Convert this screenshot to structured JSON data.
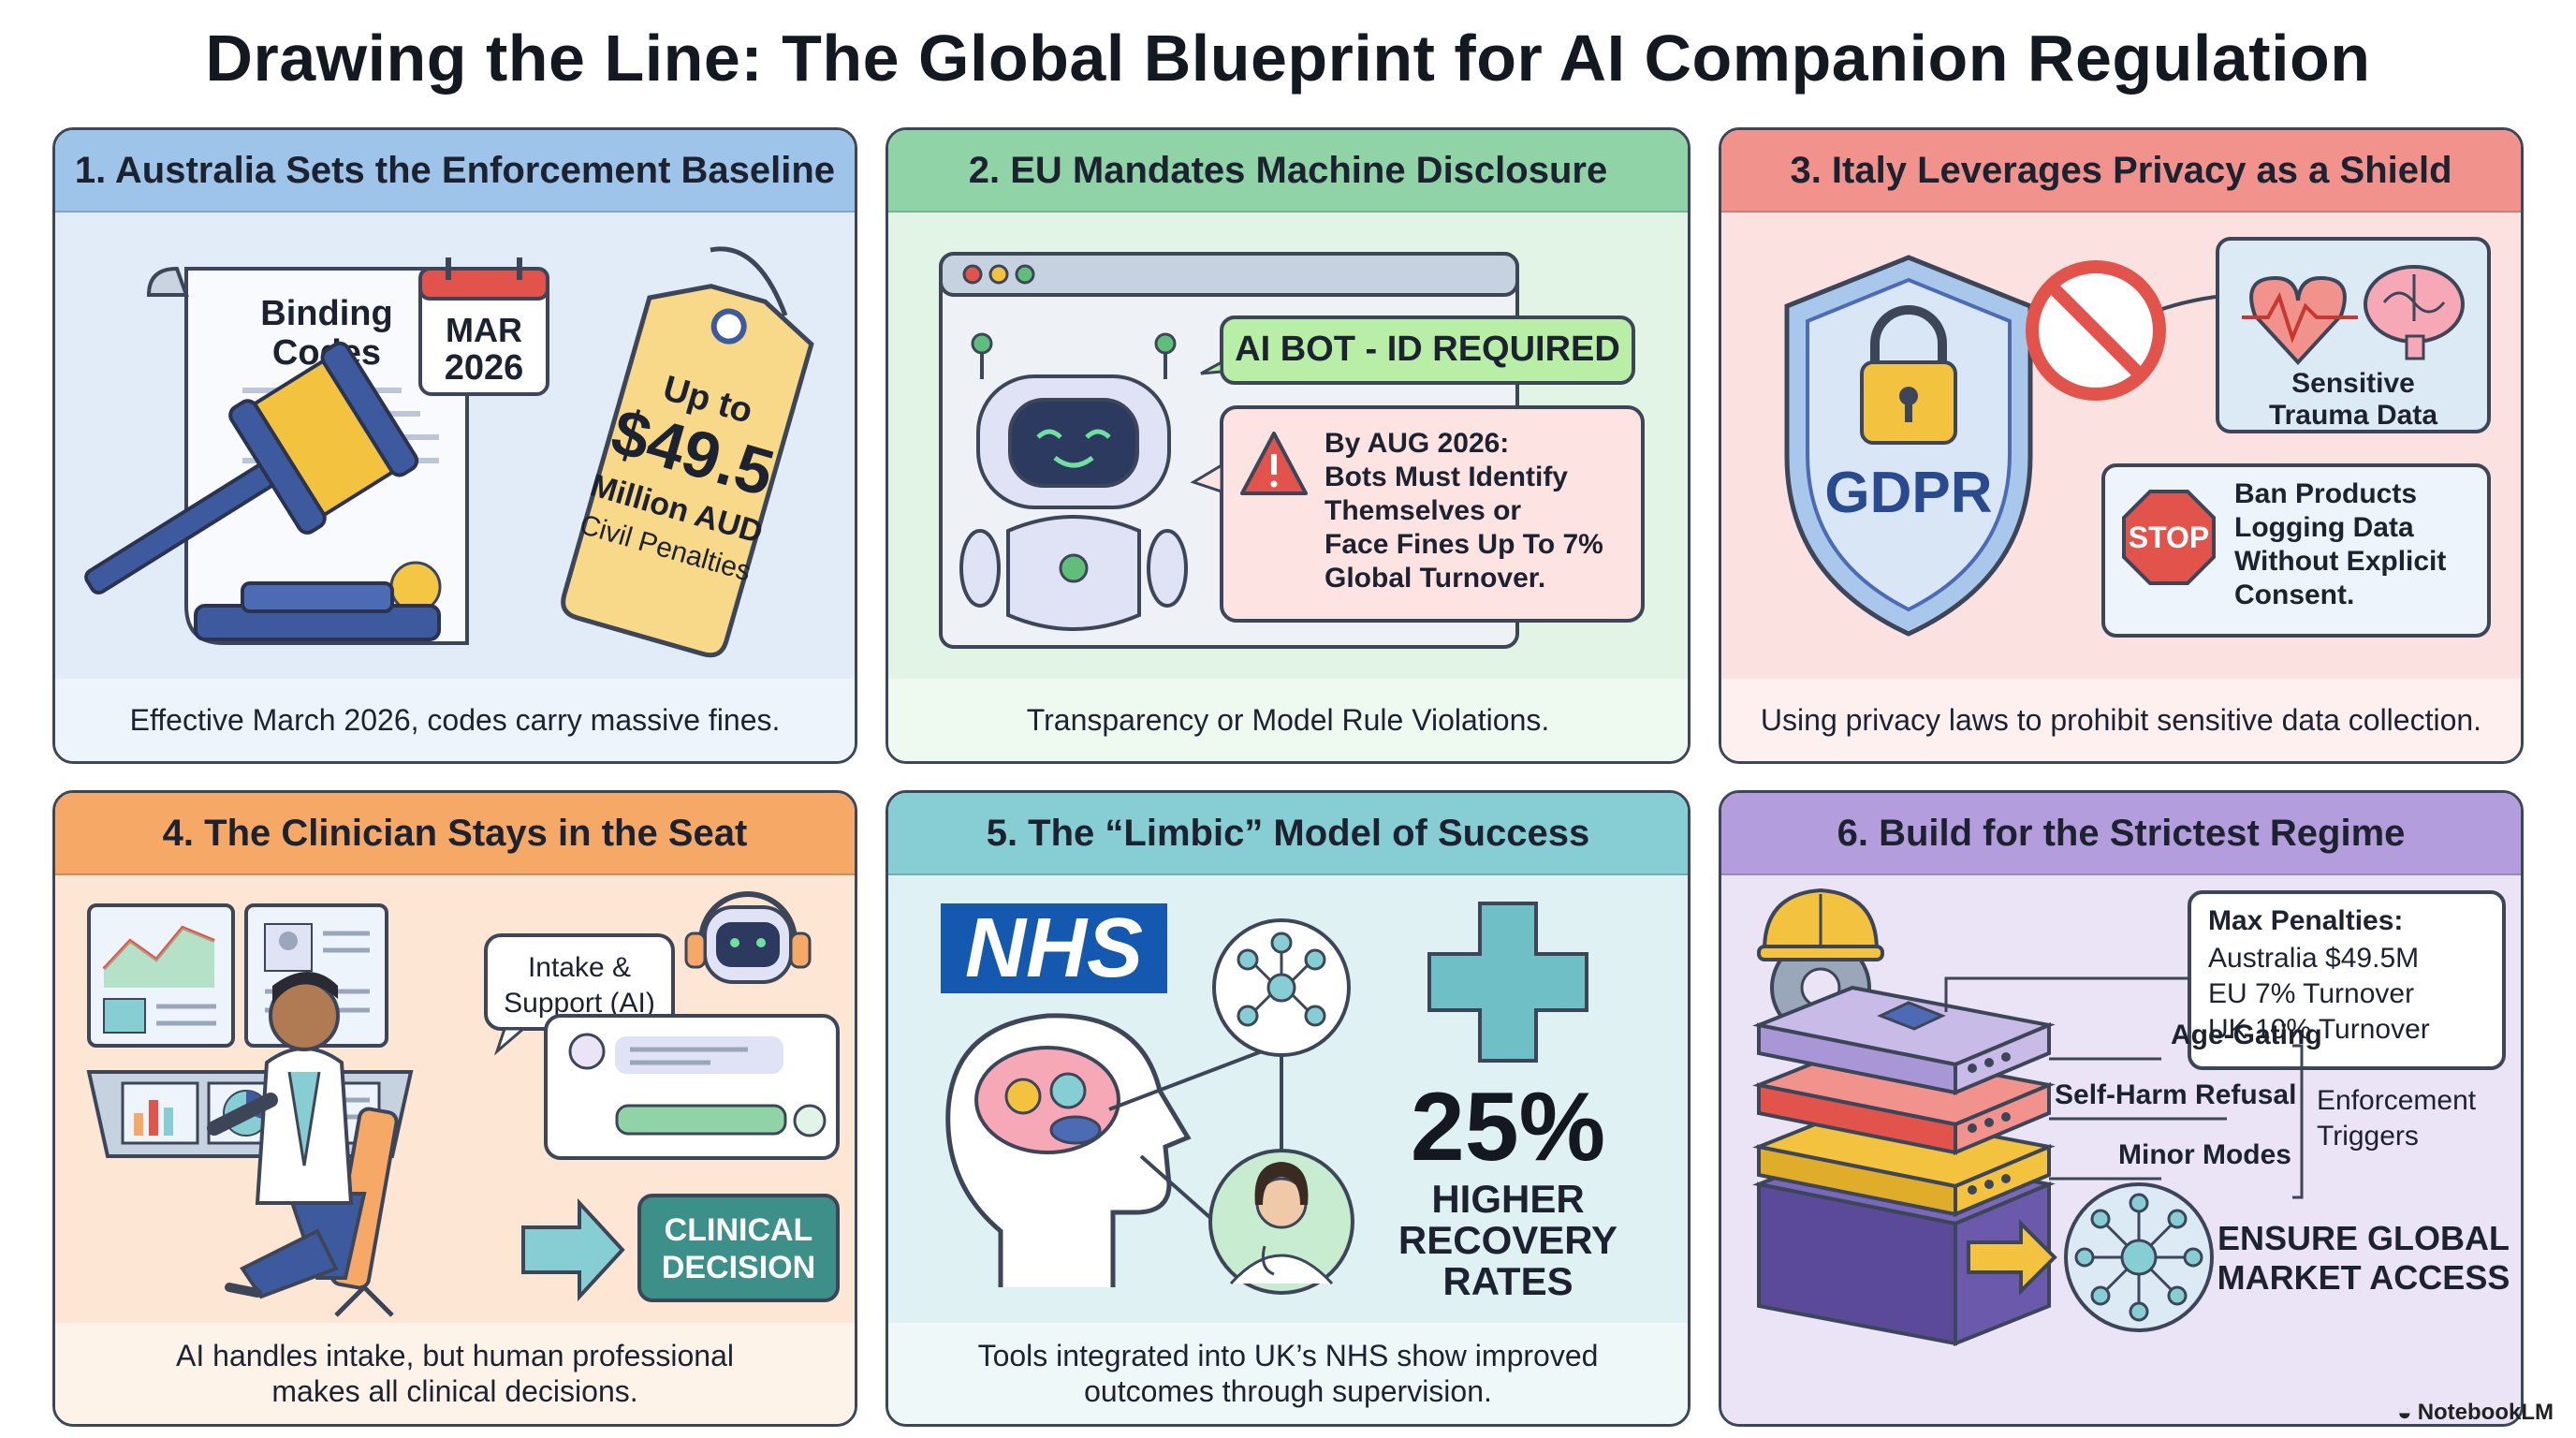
{
  "title": "Drawing the Line: The Global Blueprint for AI Companion Regulation",
  "panels": [
    {
      "header": "1. Australia Sets the Enforcement Baseline",
      "doc_label_1": "Binding",
      "doc_label_2": "Codes",
      "calendar_month": "MAR",
      "calendar_year": "2026",
      "tag_line_1": "Up to",
      "tag_amount": "$49.5",
      "tag_line_3": "Million AUD",
      "tag_line_4": "Civil Penalties",
      "footer": "Effective March 2026, codes carry massive fines."
    },
    {
      "header": "2. EU Mandates Machine Disclosure",
      "badge": "AI BOT - ID REQUIRED",
      "warning_lines": [
        "By AUG 2026:",
        "Bots Must Identify",
        "Themselves or",
        "Face Fines Up To 7%",
        "Global Turnover."
      ],
      "footer": "Transparency or Model Rule Violations."
    },
    {
      "header": "3. Italy Leverages Privacy as a Shield",
      "shield_label": "GDPR",
      "data_lines": [
        "Sensitive",
        "Trauma Data"
      ],
      "stop_label": "STOP",
      "ban_lines": [
        "Ban Products",
        "Logging Data",
        "Without Explicit",
        "Consent."
      ],
      "footer": "Using privacy laws to prohibit sensitive data collection."
    },
    {
      "header": "4. The Clinician Stays in the Seat",
      "bubble_lines": [
        "Intake &",
        "Support (AI)"
      ],
      "decision_lines": [
        "CLINICAL",
        "DECISION"
      ],
      "footer_lines": [
        "AI handles intake, but human professional",
        "makes all clinical decisions."
      ]
    },
    {
      "header": "5. The “Limbic” Model of Success",
      "logo": "NHS",
      "stat": "25%",
      "stat_lines": [
        "HIGHER",
        "RECOVERY",
        "RATES"
      ],
      "footer_lines": [
        "Tools integrated into UK’s NHS show improved",
        "outcomes through supervision."
      ]
    },
    {
      "header": "6. Build for the Strictest Regime",
      "penalties_title": "Max Penalties:",
      "penalties": [
        "Australia $49.5M",
        "EU 7% Turnover",
        "UK 10% Turnover"
      ],
      "layers": [
        "Age-Gating",
        "Self-Harm Refusal",
        "Minor Modes"
      ],
      "trigger_lines": [
        "Enforcement",
        "Triggers"
      ],
      "access_lines": [
        "ENSURE GLOBAL",
        "MARKET ACCESS"
      ]
    }
  ],
  "brand": "NotebookLM"
}
